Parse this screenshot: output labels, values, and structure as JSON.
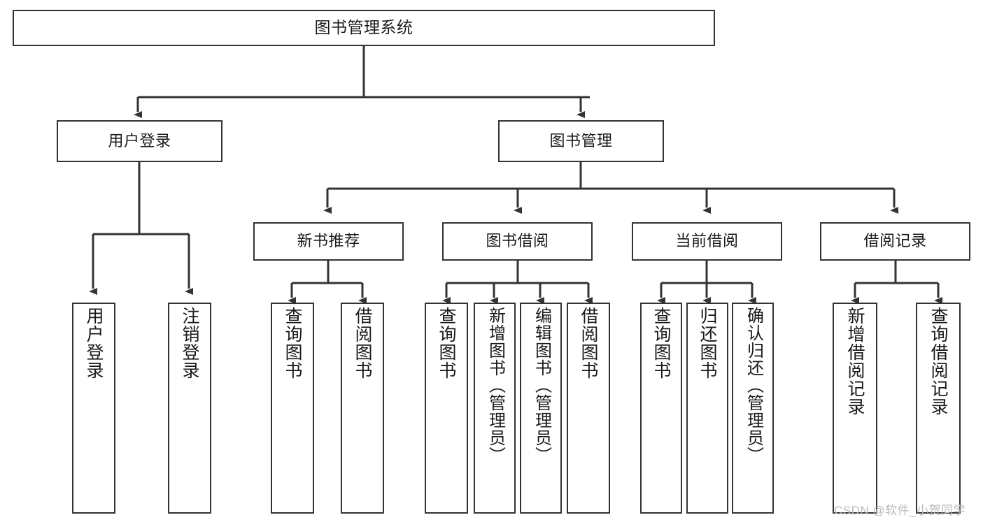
{
  "diagram": {
    "title": "图书管理系统",
    "type": "hierarchy-tree",
    "watermark": "CSDN @软件_小贺同学",
    "colors": {
      "stroke": "#333333",
      "fill": "#ffffff",
      "text": "#1a1a1a",
      "watermark": "#b9b9b9"
    },
    "nodes": {
      "root": {
        "label": "图书管理系统"
      },
      "level2": [
        {
          "label": "用户登录"
        },
        {
          "label": "图书管理"
        }
      ],
      "level3": [
        {
          "label": "新书推荐"
        },
        {
          "label": "图书借阅"
        },
        {
          "label": "当前借阅"
        },
        {
          "label": "借阅记录"
        }
      ],
      "leaves_user_login": [
        {
          "label": "用户登录"
        },
        {
          "label": "注销登录"
        }
      ],
      "leaves_new_book": [
        {
          "label": "查询图书"
        },
        {
          "label": "借阅图书"
        }
      ],
      "leaves_borrow": [
        {
          "label": "查询图书"
        },
        {
          "label": "新增图书（管理员）"
        },
        {
          "label": "编辑图书（管理员）"
        },
        {
          "label": "借阅图书"
        }
      ],
      "leaves_current": [
        {
          "label": "查询图书"
        },
        {
          "label": "归还图书"
        },
        {
          "label": "确认归还（管理员）"
        }
      ],
      "leaves_record": [
        {
          "label": "新增借阅记录"
        },
        {
          "label": "查询借阅记录"
        }
      ]
    }
  }
}
